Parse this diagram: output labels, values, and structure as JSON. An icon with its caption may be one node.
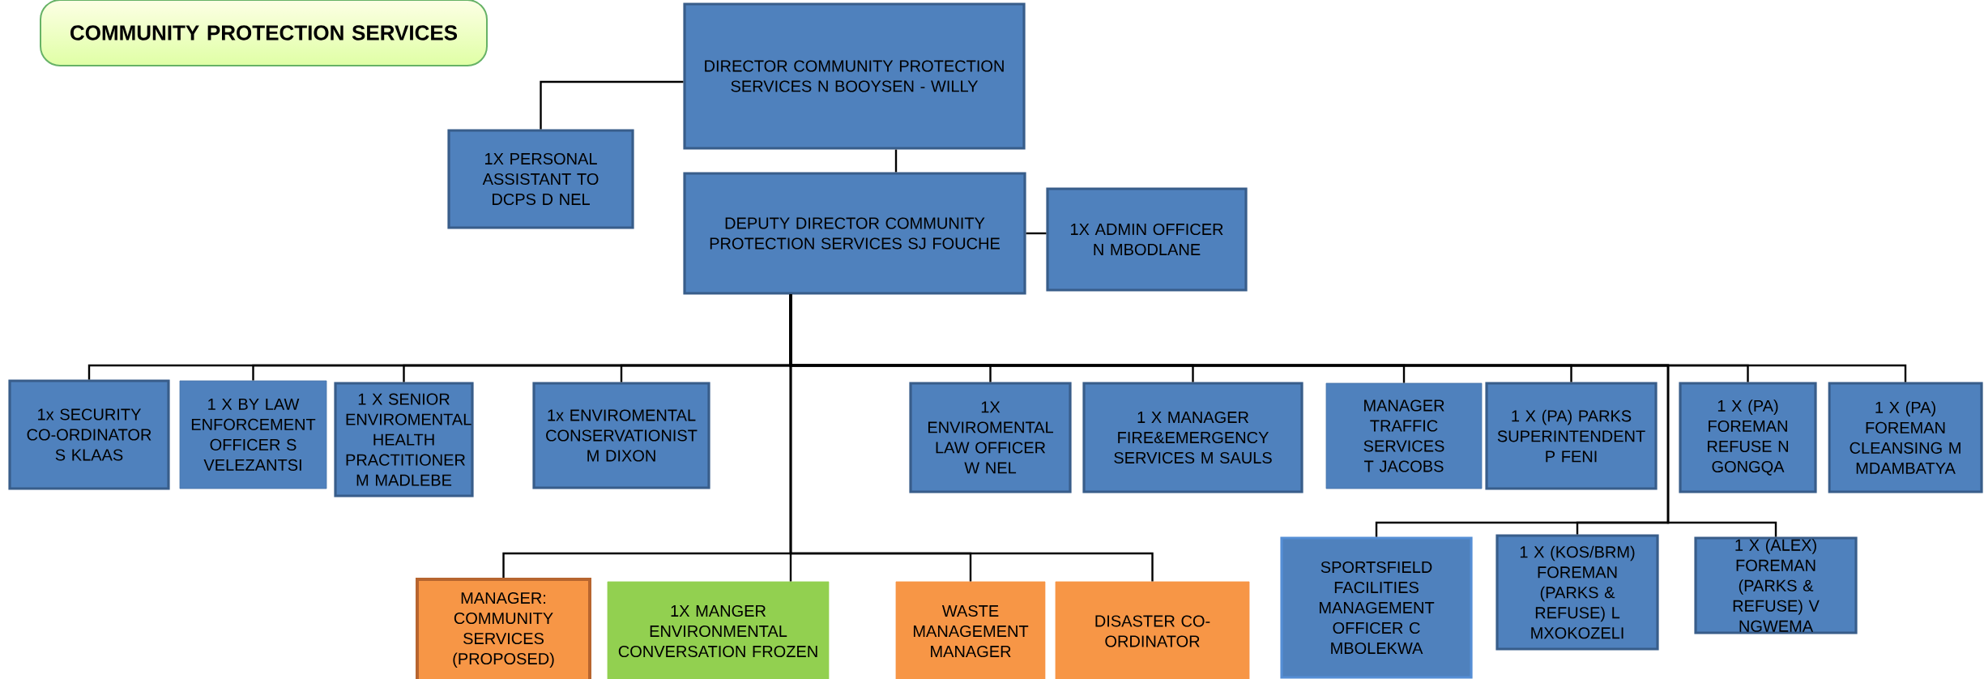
{
  "diagram": {
    "nodes": [
      {
        "text": [
          "COMMUNITY PROTECTION SERVICES"
        ]
      },
      {
        "text": [
          "DIRECTOR COMMUNITY PROTECTION SERVICES N BOOYSEN - WILLY"
        ]
      },
      {
        "text": [
          "1X PERSONAL ASSISTANT TO DCPS D NEL"
        ]
      },
      {
        "text": [
          "DEPUTY DIRECTOR COMMUNITY PROTECTION SERVICES SJ FOUCHE"
        ]
      },
      {
        "text": [
          "1X ADMIN OFFICER N MBODLANE"
        ]
      },
      {
        "text": [
          "1x SECURITY CO-ORDINATOR S KLAAS"
        ]
      },
      {
        "text": [
          "1 X BY LAW ENFORCEMENT OFFICER S VELEZANTSI"
        ]
      },
      {
        "text": [
          "1 X SENIOR ENVIROMENTAL HEALTH PRACTITIONER M MADLEBE"
        ]
      },
      {
        "text": [
          "1x ENVIROMENTAL CONSERVATIONIST M DIXON"
        ]
      },
      {
        "text": [
          "1X ENVIROMENTAL LAW OFFICER W NEL"
        ]
      },
      {
        "text": [
          "1 X MANAGER FIRE&EMERGENCY SERVICES M SAULS"
        ]
      },
      {
        "text": [
          "MANAGER TRAFFIC SERVICES T JACOBS"
        ]
      },
      {
        "text": [
          "1 X (PA) PARKS SUPERINTENDENT P FENI"
        ]
      },
      {
        "text": [
          "1 X (PA) FOREMAN REFUSE N GONGQA"
        ]
      },
      {
        "text": [
          "1 X (PA) FOREMAN CLEANSING M MDAMBATYA"
        ]
      },
      {
        "text": [
          "SPORTSFIELD FACILITIES MANAGEMENT OFFICER C MBOLEKWA"
        ]
      },
      {
        "text": [
          "1 X (KOS/BRM) FOREMAN (PARKS & REFUSE) L MXOKOZELI"
        ]
      },
      {
        "text": [
          "1 X (ALEX) FOREMAN (PARKS & REFUSE) V NGWEMA"
        ]
      },
      {
        "text": [
          "MANAGER: COMMUNITY SERVICES (PROPOSED)"
        ]
      },
      {
        "text": [
          "1X MANGER ENVIRONMENTAL CONVERSATION FROZEN"
        ]
      },
      {
        "text": [
          "WASTE MANAGEMENT MANAGER"
        ]
      },
      {
        "text": [
          "DISASTER CO-ORDINATOR"
        ]
      }
    ],
    "edges": [
      {
        "from": 1,
        "to": 2,
        "arrow": "none"
      },
      {
        "from": 1,
        "to": 3,
        "arrow": "none"
      },
      {
        "from": 3,
        "to": 4,
        "arrow": "none"
      },
      {
        "from": 3,
        "to": 5,
        "arrow": "none"
      },
      {
        "from": 3,
        "to": 6,
        "arrow": "none"
      },
      {
        "from": 3,
        "to": 7,
        "arrow": "none"
      },
      {
        "from": 3,
        "to": 8,
        "arrow": "none"
      },
      {
        "from": 3,
        "to": 9,
        "arrow": "none"
      },
      {
        "from": 3,
        "to": 10,
        "arrow": "none"
      },
      {
        "from": 3,
        "to": 11,
        "arrow": "none"
      },
      {
        "from": 3,
        "to": 12,
        "arrow": "none"
      },
      {
        "from": 3,
        "to": 13,
        "arrow": "none"
      },
      {
        "from": 3,
        "to": 14,
        "arrow": "none"
      },
      {
        "from": 3,
        "to": 15,
        "arrow": "none"
      },
      {
        "from": 3,
        "to": 16,
        "arrow": "none"
      },
      {
        "from": 3,
        "to": 17,
        "arrow": "none"
      },
      {
        "from": 3,
        "to": 18,
        "arrow": "none"
      },
      {
        "from": 3,
        "to": 19,
        "arrow": "none"
      },
      {
        "from": 3,
        "to": 20,
        "arrow": "none"
      },
      {
        "from": 3,
        "to": 21,
        "arrow": "none"
      }
    ]
  }
}
